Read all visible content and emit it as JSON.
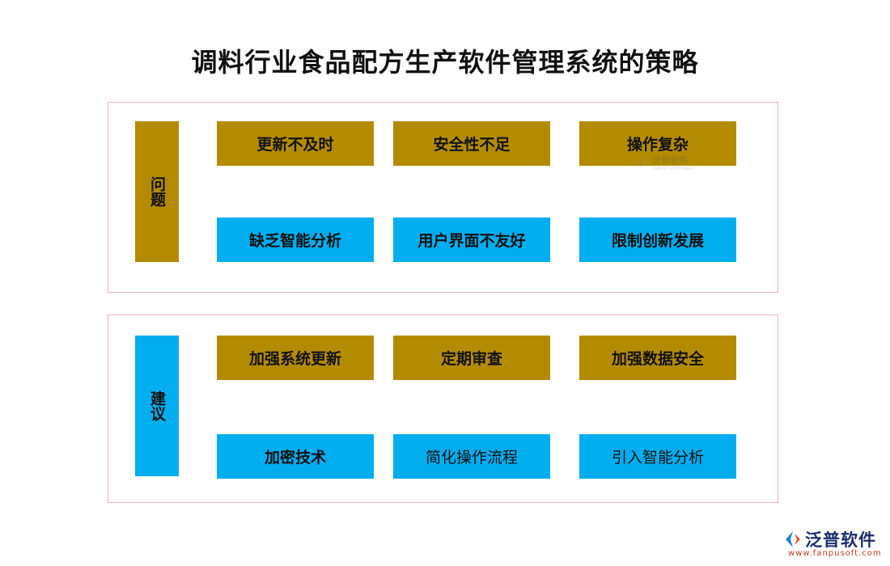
{
  "title": "调料行业食品配方生产软件管理系统的策略",
  "problems": {
    "label": "问题",
    "items": [
      "更新不及时",
      "安全性不足",
      "操作复杂",
      "缺乏智能分析",
      "用户界面不友好",
      "限制创新发展"
    ]
  },
  "suggestions": {
    "label": "建议",
    "items": [
      "加强系统更新",
      "定期审查",
      "加强数据安全",
      "加密技术",
      "简化操作流程",
      "引入智能分析"
    ]
  },
  "watermark": {
    "name": "泛普软件",
    "sub": "FANPU SOFTWARE"
  },
  "logo": {
    "name": "泛普软件",
    "url": "www.fanpusoft.com"
  },
  "colors": {
    "gold": "#b38b00",
    "blue": "#00adef",
    "border": "#e8b4c4"
  }
}
